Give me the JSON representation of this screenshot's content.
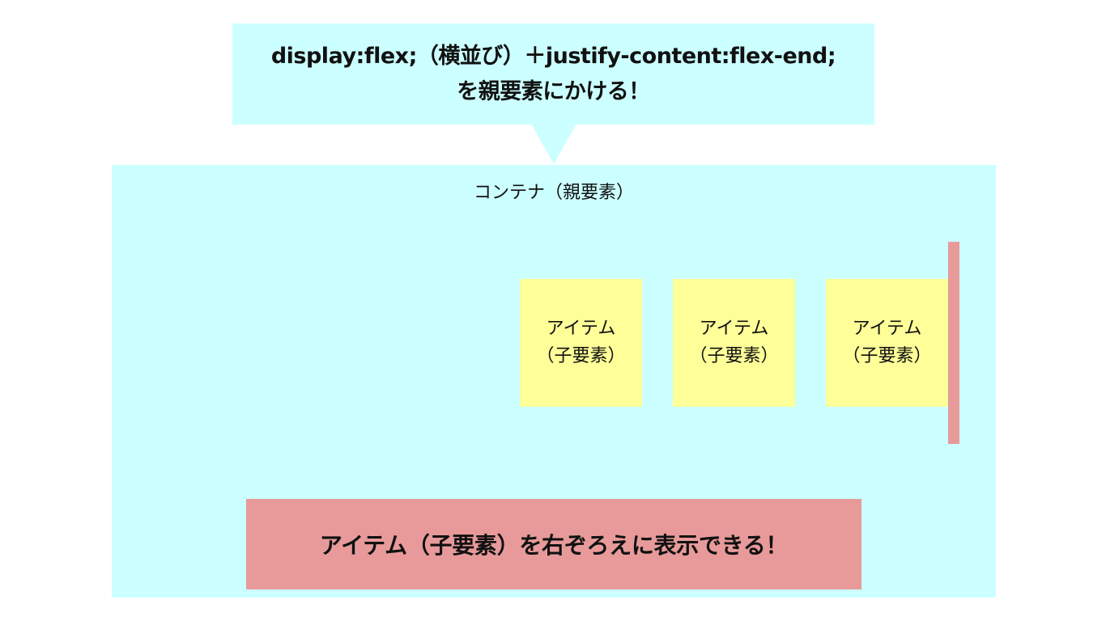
{
  "callout": {
    "line1": "display:flex;（横並び）＋justify-content:flex-end;",
    "line2": "を親要素にかける！"
  },
  "container": {
    "label": "コンテナ（親要素）",
    "items": [
      {
        "line1": "アイテム",
        "line2": "（子要素）"
      },
      {
        "line1": "アイテム",
        "line2": "（子要素）"
      },
      {
        "line1": "アイテム",
        "line2": "（子要素）"
      }
    ]
  },
  "result": {
    "text": "アイテム（子要素）を右ぞろえに表示できる！"
  },
  "colors": {
    "callout_bg": "#ccffff",
    "container_bg": "#ccffff",
    "item_bg": "#ffff99",
    "accent_bar": "#e89a9a",
    "result_bg": "#e89a9a"
  }
}
